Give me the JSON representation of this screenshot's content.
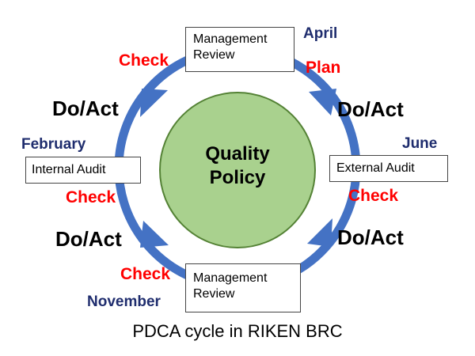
{
  "center": {
    "line1": "Quality",
    "line2": "Policy"
  },
  "colors": {
    "ring": "#4472c4",
    "circle_fill": "#a9d18e",
    "circle_stroke": "#548235",
    "month_text": "#1f2d6e",
    "phase_text": "#ff0000"
  },
  "boxes": {
    "top_review": {
      "line1": "Management",
      "line2": "Review"
    },
    "bottom_review": {
      "line1": "Management",
      "line2": "Review"
    },
    "internal_audit": "Internal Audit",
    "external_audit": "External Audit"
  },
  "months": {
    "april": "April",
    "june": "June",
    "november": "November",
    "february": "February"
  },
  "phases": {
    "plan": "Plan",
    "check_top_left": "Check",
    "check_right": "Check",
    "check_left": "Check",
    "check_bottom_left": "Check",
    "doact_top_right": "Do/Act",
    "doact_bottom_right": "Do/Act",
    "doact_bottom_left": "Do/Act",
    "doact_top_left": "Do/Act"
  },
  "caption": "PDCA cycle in RIKEN BRC"
}
